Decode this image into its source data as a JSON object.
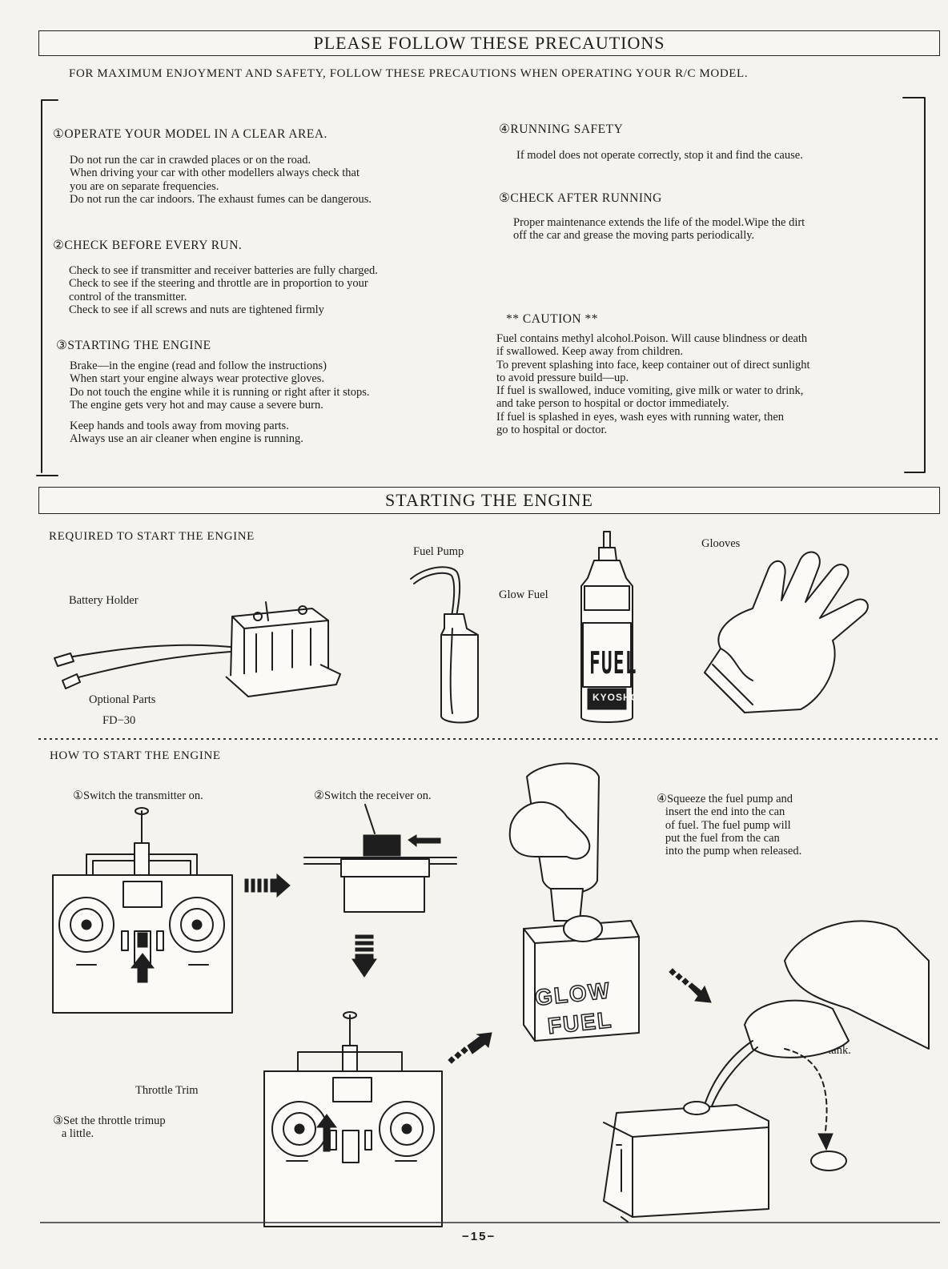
{
  "precautions": {
    "title": "PLEASE FOLLOW THESE PRECAUTIONS",
    "subtitle": "FOR MAXIMUM ENJOYMENT AND SAFETY, FOLLOW THESE PRECAUTIONS WHEN OPERATING YOUR R/C MODEL.",
    "s1_head": "①OPERATE YOUR MODEL IN A CLEAR AREA.",
    "s1_body": "Do not run the car in crawded places or on the road.\nWhen driving your car with other modellers always check that\nyou are on separate frequencies.\nDo not run the car indoors. The exhaust fumes can be dangerous.",
    "s2_head": "②CHECK BEFORE EVERY RUN.",
    "s2_body": "Check to see if transmitter and receiver batteries are fully charged.\nCheck to see if the steering and throttle are in proportion to your\ncontrol of the transmitter.\nCheck to see if all screws and nuts are tightened firmly",
    "s3_head": "③STARTING THE ENGINE",
    "s3_body": "Brake—in the engine (read and follow the instructions)\nWhen start your engine always wear protective gloves.\nDo not touch the engine while it is running or right after it stops.\nThe engine gets very hot and may cause a severe burn.",
    "s3_body2": "Keep hands and tools away from moving parts.\nAlways use an air cleaner when engine is running.",
    "s4_head": "④RUNNING SAFETY",
    "s4_body": "If model does not operate correctly, stop it and find the cause.",
    "s5_head": "⑤CHECK AFTER RUNNING",
    "s5_body": "Proper maintenance extends the life of the model.Wipe the dirt\noff the car and grease the moving parts periodically.",
    "caution_head": "** CAUTION **",
    "caution_body": "Fuel contains methyl alcohol.Poison. Will cause blindness or death\nif swallowed. Keep away from children.\nTo prevent splashing into face, keep container out of direct sunlight\nto avoid pressure build—up.\nIf fuel is swallowed, induce vomiting, give milk or water to drink,\nand take person to hospital or doctor immediately.\nIf fuel is splashed in eyes, wash eyes with running water, then\ngo to hospital or doctor."
  },
  "starting": {
    "title": "STARTING THE ENGINE",
    "required_head": "REQUIRED TO START THE ENGINE",
    "battery_holder": "Battery Holder",
    "optional_parts": "Optional Parts",
    "fd30": "FD−30",
    "fuel_pump": "Fuel Pump",
    "glow_fuel": "Glow Fuel",
    "glooves": "Glooves",
    "bottle_text": "FUEL",
    "bottle_brand": "KYOSHO",
    "how_head": "HOW TO START THE ENGINE",
    "step1": "①Switch the transmitter on.",
    "step2": "②Switch the receiver on.",
    "step3": "③Set the throttle trimup\n   a little.",
    "throttle_trim": "Throttle Trim",
    "step4": "④Squeeze the fuel pump and\n   insert the end into the can\n   of fuel. The fuel pump will\n   put the fuel from the can\n   into the pump when released.",
    "can_text_1": "GLOW",
    "can_text_2": "FUEL",
    "fill_tank": "Fill the fuel tank."
  },
  "page_number": "−15−"
}
